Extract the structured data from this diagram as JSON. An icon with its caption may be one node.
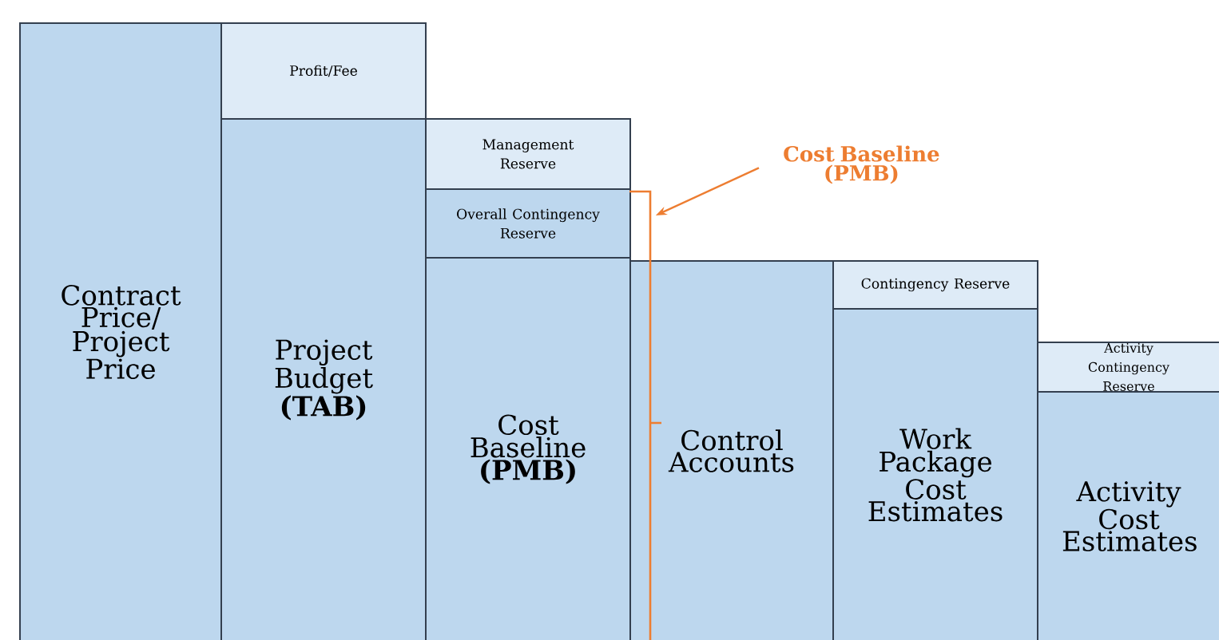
{
  "diagram": {
    "nodes": [
      {
        "text": [
          "Contract Price/ Project Price"
        ]
      },
      {
        "text": [
          "Profit/Fee"
        ]
      },
      {
        "text": [
          "Project Budget **(TAB)**"
        ]
      },
      {
        "text": [
          "Management Reserve"
        ]
      },
      {
        "text": [
          "Overall Contingency Reserve"
        ]
      },
      {
        "text": [
          "Cost Baseline **(PMB)**"
        ]
      },
      {
        "text": [
          "Cost Baseline (PMB)"
        ]
      },
      {
        "text": [],
        "shape": "bracket"
      },
      {
        "text": [
          "Control Accounts"
        ]
      },
      {
        "text": [
          "Contingency Reserve"
        ]
      },
      {
        "text": [
          "Work Package Cost Estimates"
        ]
      },
      {
        "text": [
          "Activity Contingency Reserve"
        ]
      },
      {
        "text": [
          "Activity Cost Estimates"
        ]
      }
    ],
    "edges": [
      {
        "from": 6,
        "to": 7,
        "arrow": "to"
      }
    ]
  }
}
